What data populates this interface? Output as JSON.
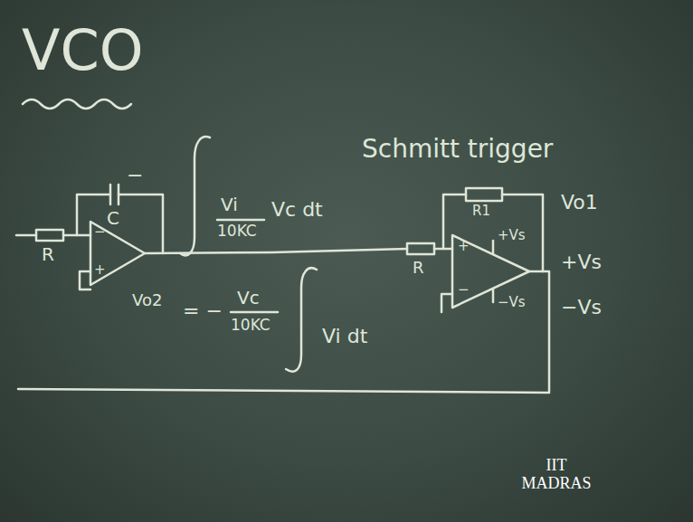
{
  "diagram": {
    "title": "VCO",
    "labels": [
      "R",
      "C",
      "−",
      "−",
      "+",
      "Vi",
      "10KC",
      "Vc dt",
      "Vo2",
      "= −",
      "Vc",
      "10KC",
      "Vi dt",
      "Schmitt trigger",
      "R1",
      "R",
      "+Vs",
      "−Vs",
      "+",
      "−",
      "Vo1",
      "+Vs",
      "−Vs",
      "IIT",
      "MADRAS"
    ]
  }
}
